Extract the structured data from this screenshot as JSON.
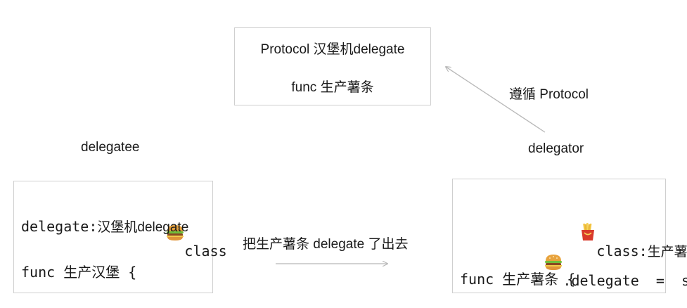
{
  "protocol_box": {
    "line1": "Protocol 汉堡机delegate",
    "line2": "func 生产薯条"
  },
  "labels": {
    "delegatee": "delegatee",
    "delegator": "delegator",
    "follow_protocol": "遵循 Protocol",
    "handoff": "把生产薯条 delegate 了出去"
  },
  "left_box": {
    "class_label": "class",
    "delegate_prefix": "delegate:",
    "delegate_type": "汉堡机delegate",
    "func_keyword": "func ",
    "func_name": "生产汉堡 {"
  },
  "right_box": {
    "class_label": "class:",
    "class_name": "生产薯条",
    "assign": ".delegate  =  self",
    "func_keyword": "func ",
    "func_name": "生产薯条 {"
  },
  "icons": {
    "burger": "burger-icon",
    "fries": "fries-icon"
  },
  "colors": {
    "border": "#cfcfcf",
    "arrow": "#b8b8b8",
    "text": "#1a1a1a"
  }
}
